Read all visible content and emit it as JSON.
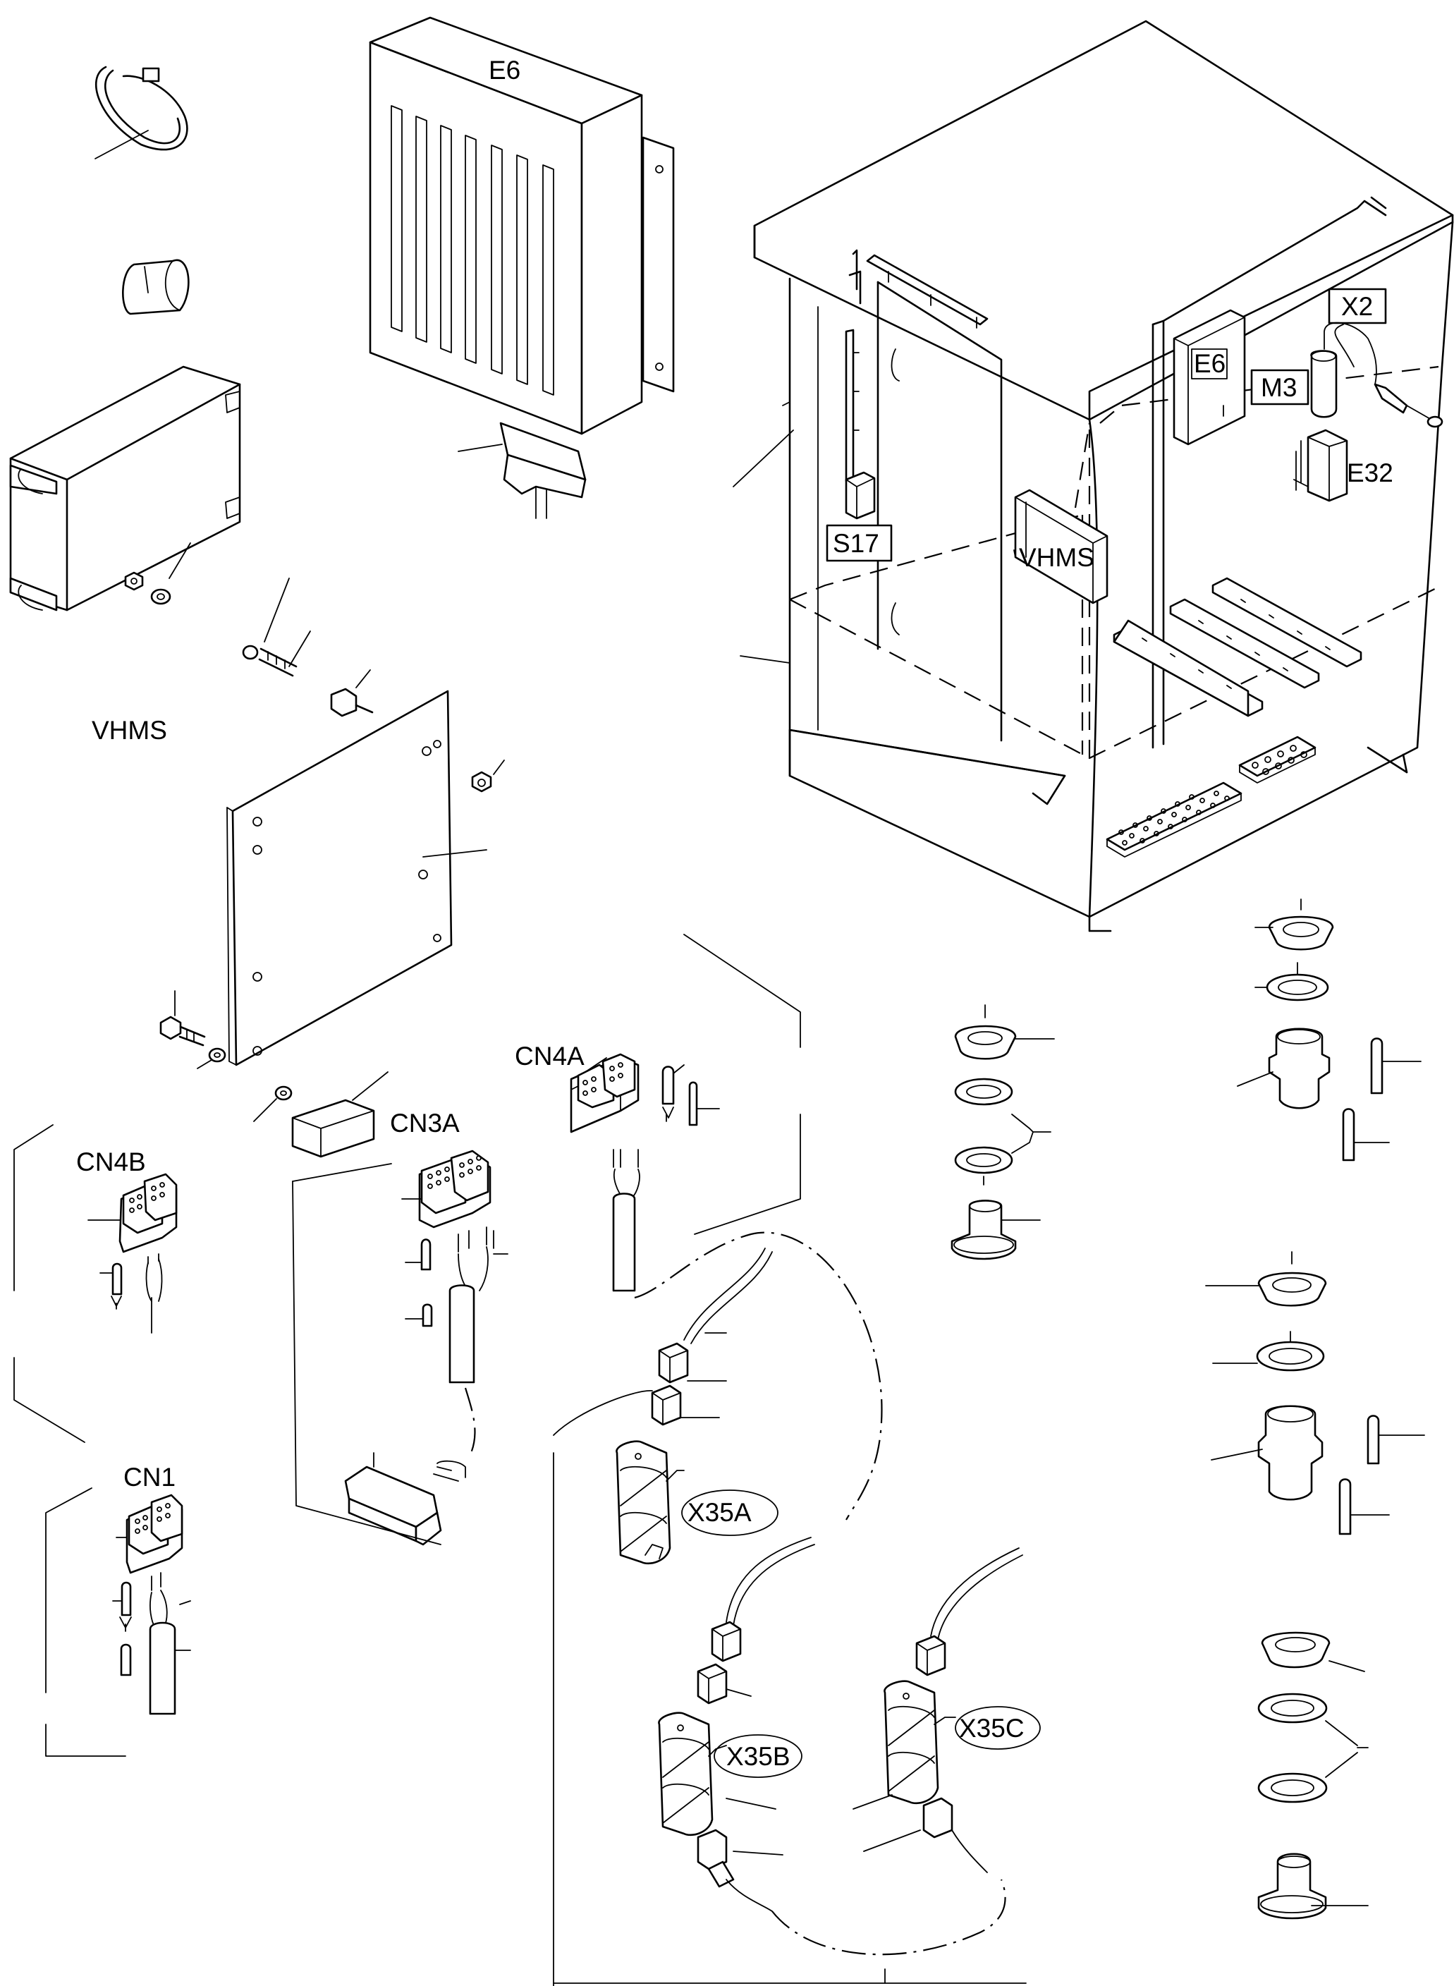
{
  "labels": {
    "e6_module": "E6",
    "e6_cabinet": "E6",
    "x2": "X2",
    "m3": "M3",
    "e32": "E32",
    "s17": "S17",
    "vhms_cabinet": "VHMS",
    "vhms_box": "VHMS",
    "cn4a": "CN4A",
    "cn3a": "CN3A",
    "cn4b": "CN4B",
    "cn1": "CN1",
    "x35a": "X35A",
    "x35b": "X35B",
    "x35c": "X35C"
  },
  "icons": {
    "cable_tie": "cable-tie-icon",
    "tape": "tape-icon",
    "nut": "nut-icon",
    "washer": "washer-icon",
    "grommet": "grommet-icon",
    "terminal_pin": "terminal-pin-icon"
  }
}
